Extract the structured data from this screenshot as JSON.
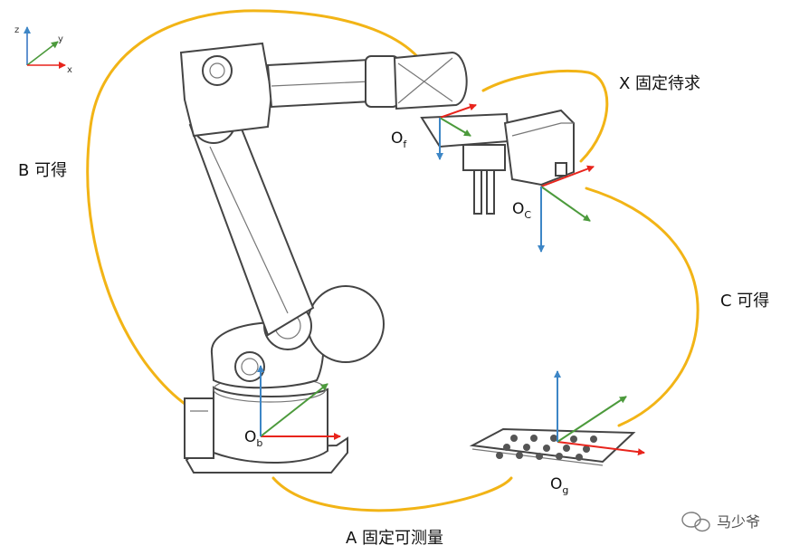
{
  "axes_legend": {
    "z": "z",
    "y": "y",
    "x": "x"
  },
  "labels": {
    "B": "B 可得",
    "X": "X 固定待求",
    "C": "C 可得",
    "A": "A 固定可测量"
  },
  "frames": {
    "f": {
      "main": "O",
      "sub": "f"
    },
    "c": {
      "main": "O",
      "sub": "C"
    },
    "b": {
      "main": "O",
      "sub": "b"
    },
    "g": {
      "main": "O",
      "sub": "g"
    }
  },
  "watermark": "马少爷",
  "colors": {
    "loop": "#f2b416",
    "x_axis": "#e8241c",
    "y_axis": "#4c9a3c",
    "z_axis": "#3d86c6",
    "legend_blue": "#3a78c4"
  },
  "icons": {
    "watermark_logo": "wechat-bubble-icon"
  }
}
